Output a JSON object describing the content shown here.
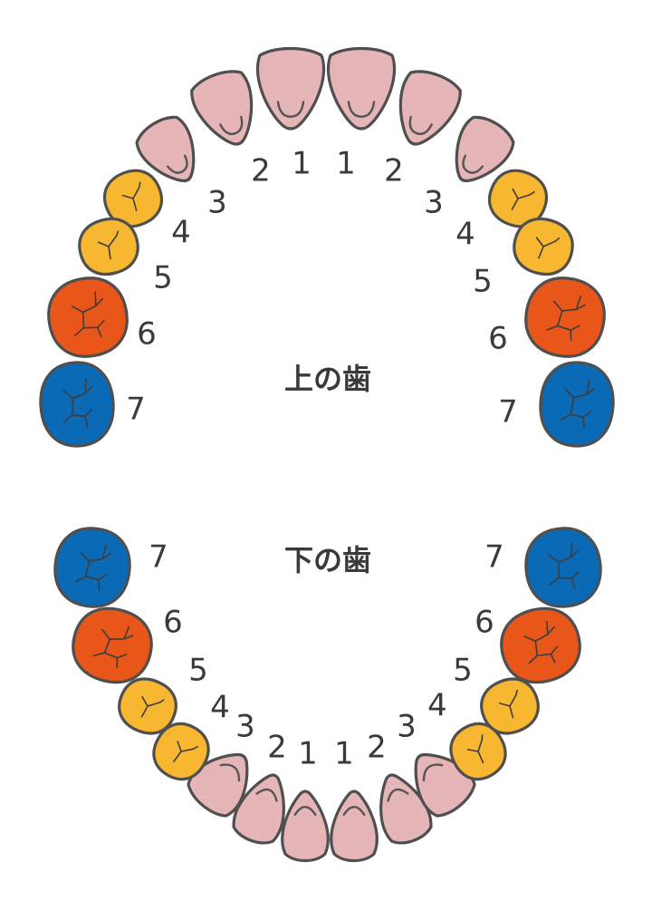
{
  "labels": {
    "upper_title": "上の歯",
    "lower_title": "下の歯"
  },
  "colors": {
    "incisor_canine": "#e6b5b8",
    "premolar": "#f7b731",
    "first_molar": "#e8561a",
    "second_molar": "#0a6ab5",
    "outline": "#4f4f4f",
    "number_text": "#3a3a3a"
  },
  "upper_teeth": [
    {
      "side": "right",
      "number": "1",
      "kind": "incisor"
    },
    {
      "side": "right",
      "number": "2",
      "kind": "incisor"
    },
    {
      "side": "right",
      "number": "3",
      "kind": "canine"
    },
    {
      "side": "right",
      "number": "4",
      "kind": "premolar"
    },
    {
      "side": "right",
      "number": "5",
      "kind": "premolar"
    },
    {
      "side": "right",
      "number": "6",
      "kind": "first_molar"
    },
    {
      "side": "right",
      "number": "7",
      "kind": "second_molar"
    },
    {
      "side": "left",
      "number": "1",
      "kind": "incisor"
    },
    {
      "side": "left",
      "number": "2",
      "kind": "incisor"
    },
    {
      "side": "left",
      "number": "3",
      "kind": "canine"
    },
    {
      "side": "left",
      "number": "4",
      "kind": "premolar"
    },
    {
      "side": "left",
      "number": "5",
      "kind": "premolar"
    },
    {
      "side": "left",
      "number": "6",
      "kind": "first_molar"
    },
    {
      "side": "left",
      "number": "7",
      "kind": "second_molar"
    }
  ],
  "lower_teeth": [
    {
      "side": "right",
      "number": "1",
      "kind": "incisor"
    },
    {
      "side": "right",
      "number": "2",
      "kind": "incisor"
    },
    {
      "side": "right",
      "number": "3",
      "kind": "canine"
    },
    {
      "side": "right",
      "number": "4",
      "kind": "premolar"
    },
    {
      "side": "right",
      "number": "5",
      "kind": "premolar"
    },
    {
      "side": "right",
      "number": "6",
      "kind": "first_molar"
    },
    {
      "side": "right",
      "number": "7",
      "kind": "second_molar"
    },
    {
      "side": "left",
      "number": "1",
      "kind": "incisor"
    },
    {
      "side": "left",
      "number": "2",
      "kind": "incisor"
    },
    {
      "side": "left",
      "number": "3",
      "kind": "canine"
    },
    {
      "side": "left",
      "number": "4",
      "kind": "premolar"
    },
    {
      "side": "left",
      "number": "5",
      "kind": "premolar"
    },
    {
      "side": "left",
      "number": "6",
      "kind": "first_molar"
    },
    {
      "side": "left",
      "number": "7",
      "kind": "second_molar"
    }
  ]
}
